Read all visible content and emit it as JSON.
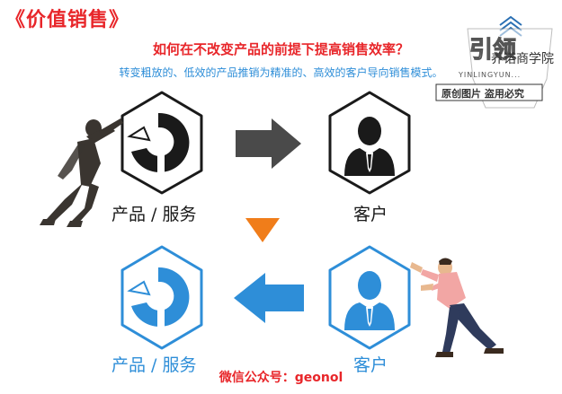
{
  "title": "《价值销售》",
  "subtitle": "如何在不改变产品的前提下提高销售效率？",
  "description": "转变粗放的、低效的产品推销为精准的、高效的客户导向销售模式。",
  "top_row": {
    "left_label": "产品 / 服务",
    "right_label": "客户"
  },
  "bottom_row": {
    "left_label": "产品 / 服务",
    "right_label": "客户"
  },
  "footer": "微信公众号：geonol",
  "watermark": {
    "line1": "引领",
    "line2": "YINLINGYUN...",
    "line3": "原创图片  盗用必究",
    "school": "养诺商学院"
  },
  "colors": {
    "red": "#e8262a",
    "blue": "#2e8ed8",
    "dark": "#1a1a1a",
    "orange": "#f07d1a",
    "gray_arrow": "#4a4a4a"
  }
}
